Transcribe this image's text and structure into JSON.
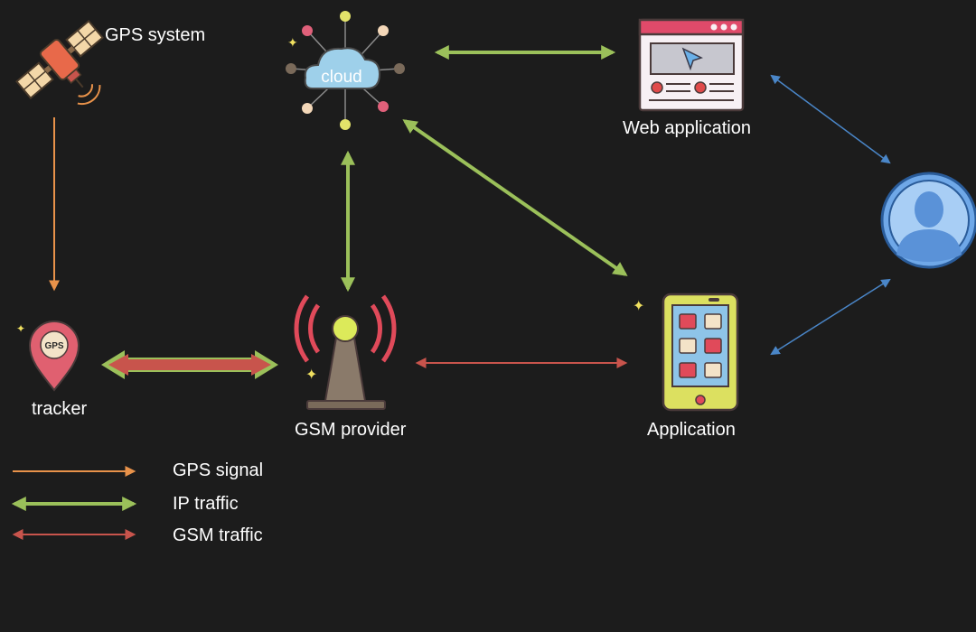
{
  "colors": {
    "background": "#1c1c1c",
    "gps_signal": "#e8924a",
    "ip_traffic": "#9bc05a",
    "gsm_traffic": "#c8544c",
    "user_link": "#4a86c8"
  },
  "nodes": {
    "gps_system": {
      "label": "GPS system",
      "icon": "satellite-icon"
    },
    "cloud": {
      "label": "cloud",
      "icon": "cloud-icon"
    },
    "web_application": {
      "label": "Web application",
      "icon": "browser-window-icon"
    },
    "tracker": {
      "label": "tracker",
      "icon_text": "GPS",
      "icon": "map-pin-icon"
    },
    "gsm_provider": {
      "label": "GSM provider",
      "icon": "radio-tower-icon"
    },
    "application": {
      "label": "Application",
      "icon": "tablet-icon"
    },
    "user": {
      "icon": "user-avatar-icon"
    }
  },
  "legend": [
    {
      "label": "GPS signal",
      "type": "gps_signal"
    },
    {
      "label": "IP traffic",
      "type": "ip_traffic"
    },
    {
      "label": "GSM traffic",
      "type": "gsm_traffic"
    }
  ]
}
